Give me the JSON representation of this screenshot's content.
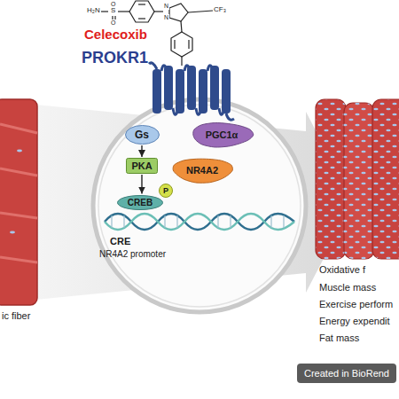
{
  "diagram": {
    "nodes": [
      {
        "text": [
          "Gs"
        ]
      },
      {
        "text": [
          "PKA"
        ]
      },
      {
        "text": [
          "PGC1α"
        ]
      },
      {
        "text": [
          "NR4A2"
        ]
      },
      {
        "text": [
          "CREB"
        ]
      },
      {
        "text": [
          "P"
        ]
      }
    ],
    "edges": [
      {
        "from": 0,
        "to": 1,
        "arrow": "to"
      },
      {
        "from": 1,
        "to": 4,
        "arrow": "to"
      }
    ],
    "labels": [
      "H₂N",
      "S",
      "O",
      "O",
      "N",
      "N",
      "CF₃",
      "Celecoxib",
      "PROKR1",
      "ic fiber",
      "CRE",
      "NR4A2 promoter",
      "Oxidative f",
      "Muscle mass",
      "Exercise perform",
      "Energy expendit",
      "Fat mass",
      "Created in BioRend"
    ]
  }
}
